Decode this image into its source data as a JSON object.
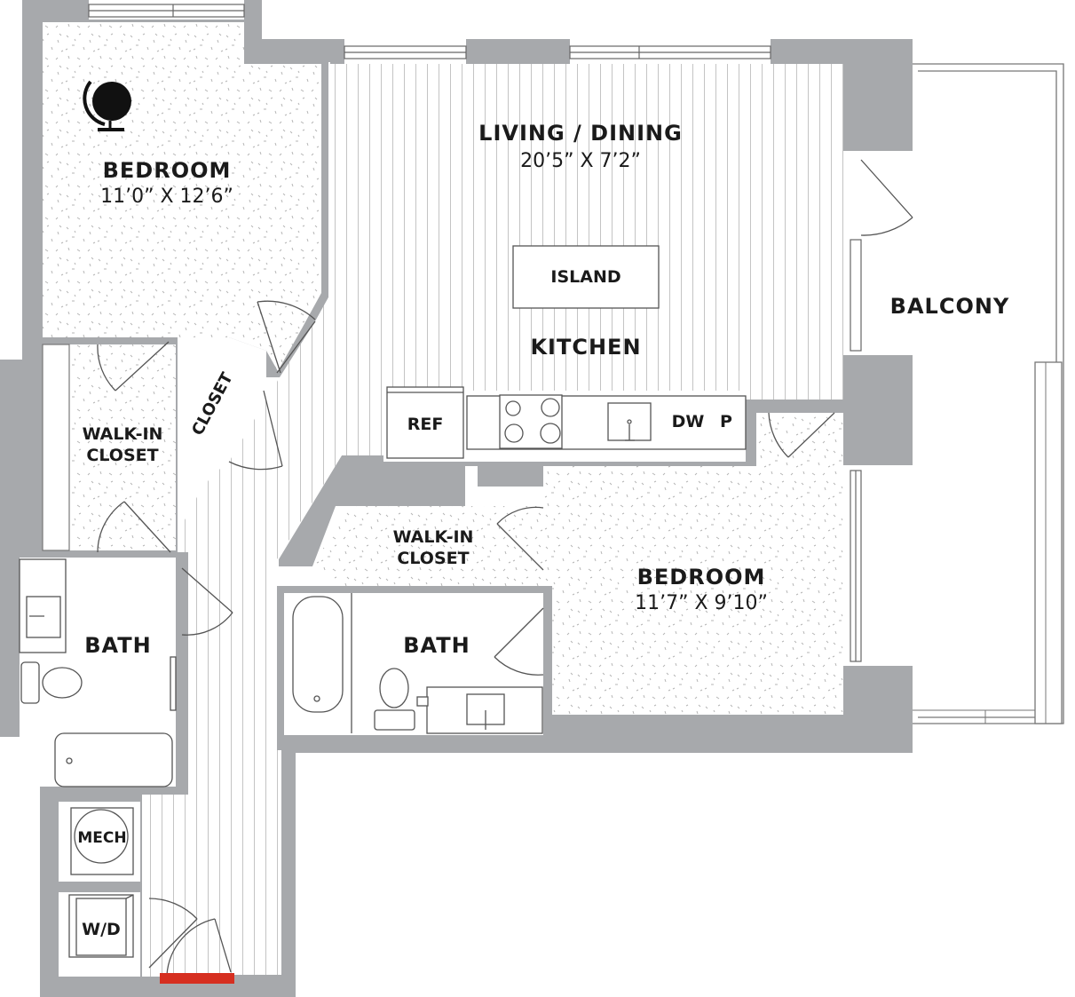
{
  "rooms": {
    "bedroom_1": {
      "name": "BEDROOM",
      "dims": "11’0” X 12’6”"
    },
    "living_dining": {
      "name": "LIVING / DINING",
      "dims": "20’5” X 7’2”"
    },
    "island": "ISLAND",
    "kitchen": "KITCHEN",
    "balcony": "BALCONY",
    "walk_in_closet_1": {
      "line1": "WALK-IN",
      "line2": "CLOSET"
    },
    "closet": "CLOSET",
    "bath_1": "BATH",
    "mech": "MECH",
    "wd": "W/D",
    "ref": "REF",
    "dw": "DW",
    "p": "P",
    "walk_in_closet_2": {
      "line1": "WALK-IN",
      "line2": "CLOSET"
    },
    "bedroom_2": {
      "name": "BEDROOM",
      "dims": "11’7” X 9’10”"
    },
    "bath_2": "BATH"
  },
  "colors": {
    "wall": "#a7a9ac",
    "floor_line": "#bfbfbf",
    "entry": "#d62f20",
    "outline": "#555555"
  },
  "icons": [
    "globe-icon"
  ]
}
